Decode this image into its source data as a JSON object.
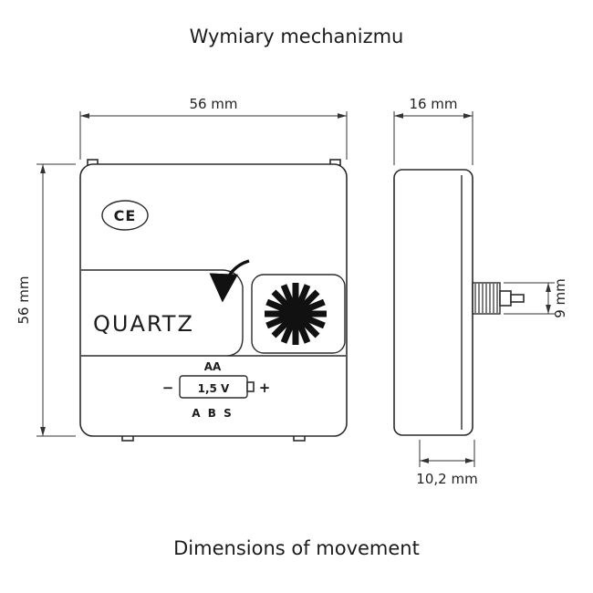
{
  "title_top": "Wymiary mechanizmu",
  "title_bottom": "Dimensions of movement",
  "front_view": {
    "ce_mark": "CE",
    "brand": "QUARTZ",
    "battery_size": "AA",
    "battery_voltage": "1,5 V",
    "battery_minus": "−",
    "battery_plus": "+",
    "material": "A B S",
    "width_label": "56 mm",
    "height_label": "56 mm"
  },
  "side_view": {
    "depth_label": "16 mm",
    "shaft_diameter_label": "9 mm",
    "shaft_length_label": "10,2 mm"
  },
  "colors": {
    "line": "#2b2b2b",
    "ink": "#111111",
    "background": "#ffffff"
  }
}
